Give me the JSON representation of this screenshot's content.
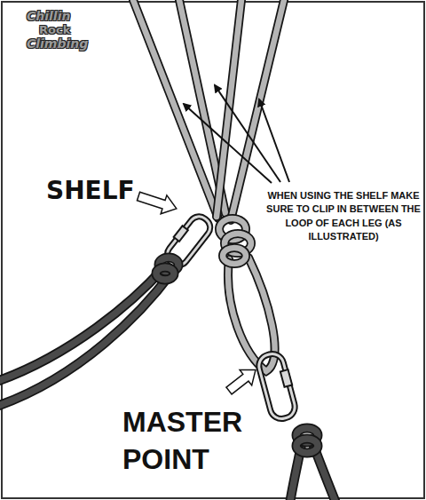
{
  "diagram": {
    "labels": [
      "Chillin",
      "Rock",
      "Climbing",
      "SHELF",
      "WHEN USING THE SHELF MAKE SURE TO CLIP IN BETWEEN THE LOOP OF EACH LEG (AS ILLUSTRATED)",
      "MASTER POINT"
    ]
  }
}
